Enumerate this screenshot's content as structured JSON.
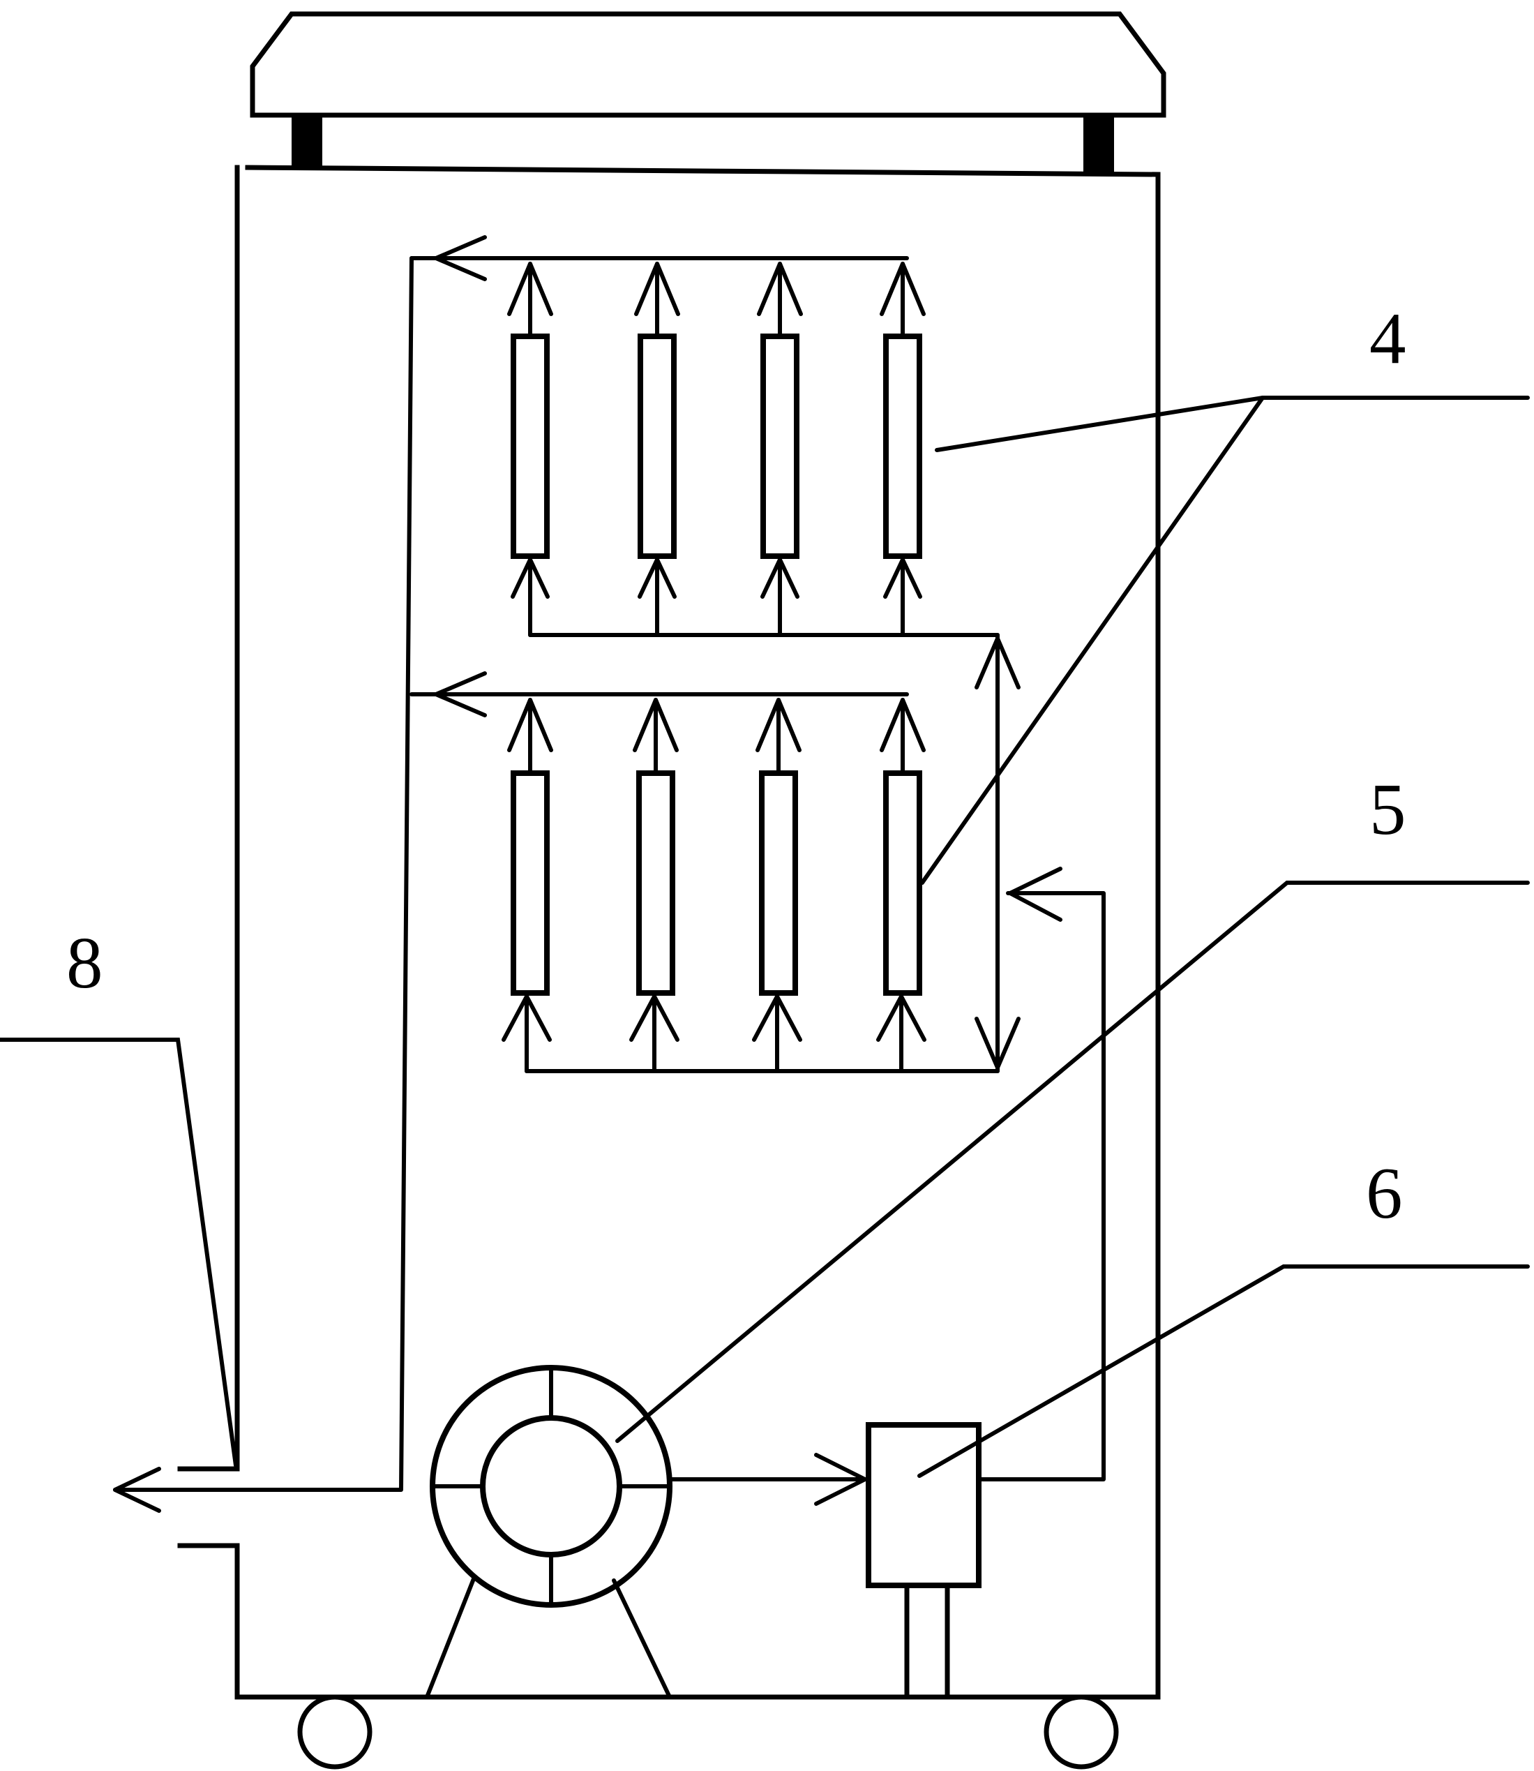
{
  "labels": {
    "component_4": "4",
    "component_5": "5",
    "component_6": "6",
    "component_8": "8"
  }
}
